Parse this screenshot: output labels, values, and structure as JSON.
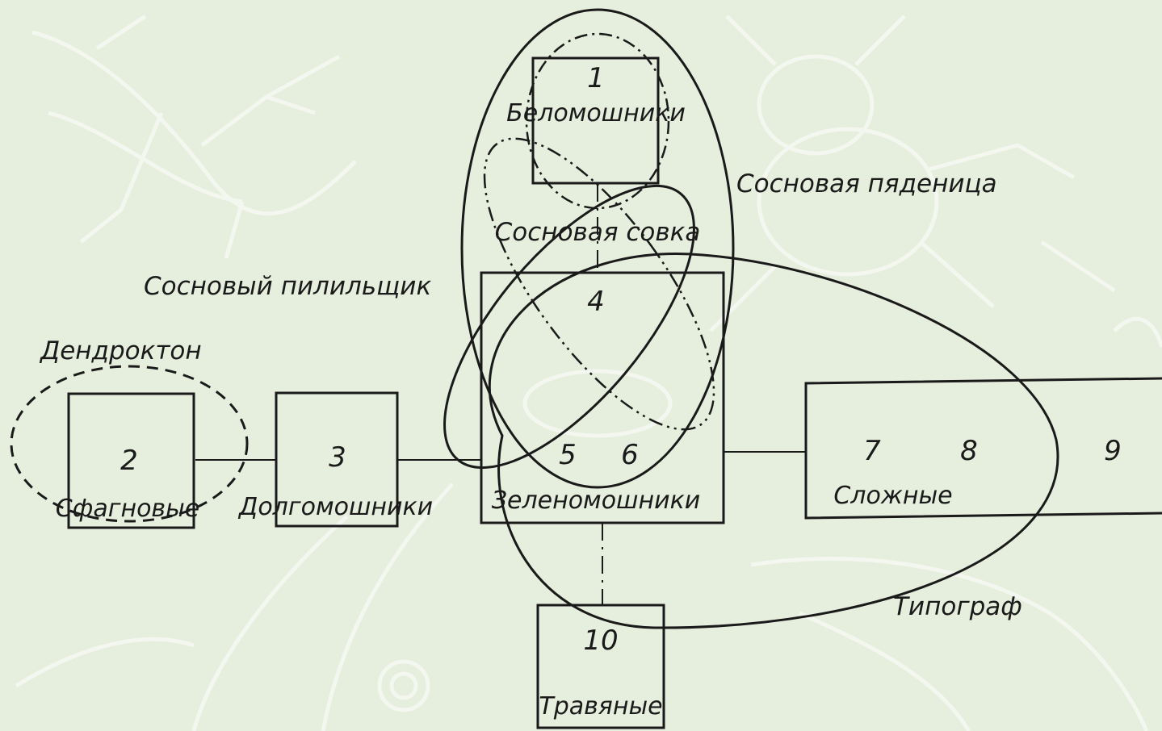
{
  "colors": {
    "background": "#e6eedd",
    "ink": "#1a1a1a",
    "sketch": "#ffffff"
  },
  "boxes": {
    "b1": {
      "number": "1",
      "name": "Беломошники"
    },
    "b2": {
      "number": "2",
      "name": "Сфагновые"
    },
    "b3": {
      "number": "3",
      "name": "Долгомошники"
    },
    "b4": {
      "number": "4"
    },
    "b56": {
      "numbers": [
        "5",
        "6"
      ],
      "name": "Зеленомошники"
    },
    "b789": {
      "numbers": [
        "7",
        "8",
        "9"
      ],
      "name": "Сложные"
    },
    "b10": {
      "number": "10",
      "name": "Травяные"
    }
  },
  "pests": {
    "pyadenitsa": "Сосновая пяденица",
    "sovka": "Сосновая совка",
    "pililshchik": "Сосновый пилильщик",
    "dendrokton": "Дендроктон",
    "tipograf": "Типограф"
  },
  "background_decoration": [
    "grasshopper-sketch",
    "beetle-sketch",
    "moth-sketch"
  ]
}
